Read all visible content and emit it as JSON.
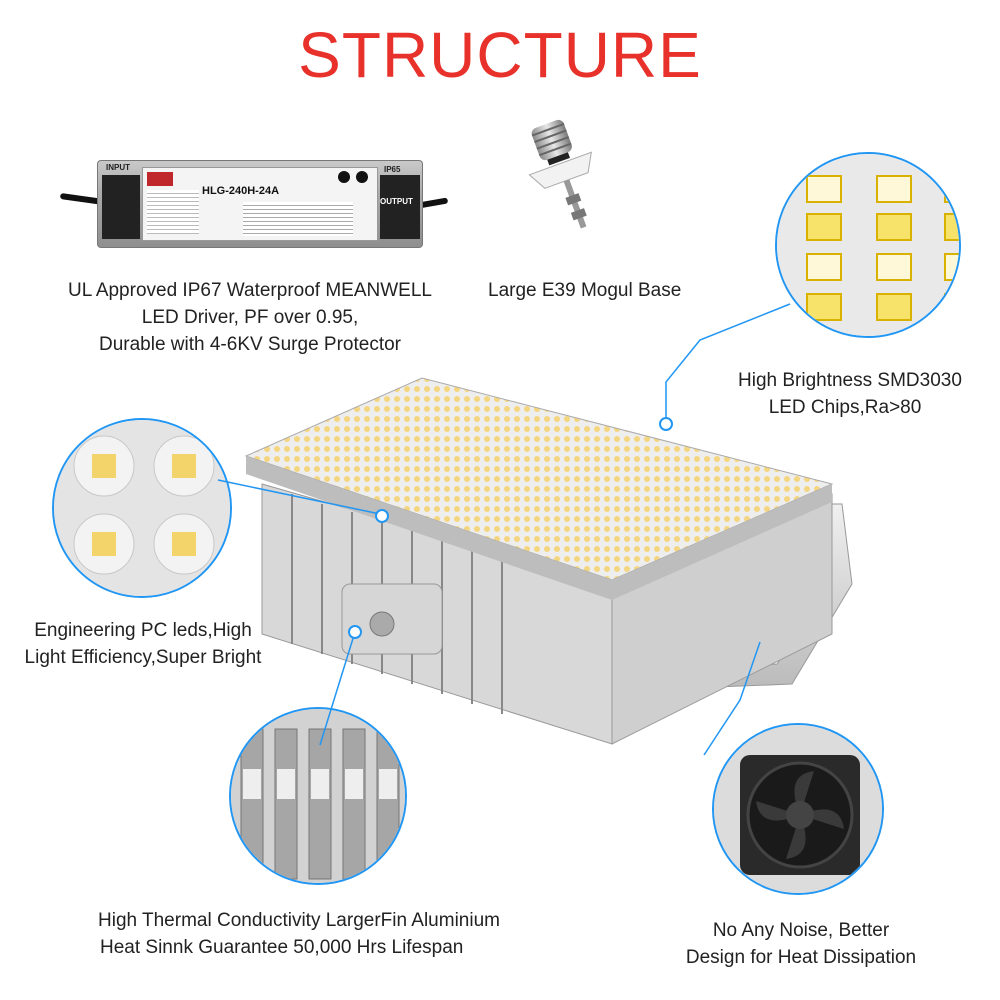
{
  "title": {
    "text": "STRUCTURE",
    "color": "#e8312a"
  },
  "accent_color": "#2196f3",
  "features": {
    "driver": {
      "lines": [
        "UL Approved IP67 Waterproof MEANWELL",
        "LED Driver, PF over 0.95,",
        "Durable with 4-6KV Surge Protector"
      ],
      "model": "HLG-240H-24A",
      "input_label": "INPUT",
      "output_label": "OUTPUT",
      "ip_label": "IP65"
    },
    "base": {
      "lines": [
        "Large E39 Mogul Base"
      ]
    },
    "chips": {
      "lines": [
        "High Brightness SMD3030",
        "LED Chips,Ra>80"
      ]
    },
    "pc_leds": {
      "lines": [
        "Engineering PC leds,High",
        "Light Efficiency,Super Bright"
      ]
    },
    "heatsink": {
      "lines": [
        "High Thermal Conductivity LargerFin Aluminium",
        "Heat Sinnk Guarantee 50,000 Hrs Lifespan"
      ]
    },
    "fan": {
      "lines": [
        "No Any Noise, Better",
        "Design for Heat Dissipation"
      ]
    }
  }
}
